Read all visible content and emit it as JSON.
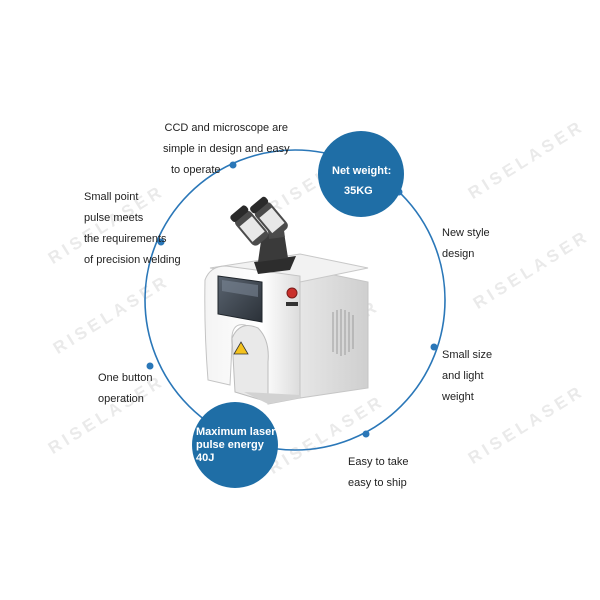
{
  "features": {
    "ccd": [
      "CCD and microscope are",
      "simple in design and easy",
      "to operate"
    ],
    "small_point": [
      "Small point",
      "pulse meets",
      "the requirements",
      "of precision welding"
    ],
    "one_button": [
      "One button",
      "operation"
    ],
    "new_style": [
      "New style",
      "design"
    ],
    "small_size": [
      "Small size",
      "and light",
      "weight"
    ],
    "easy_take": [
      "Easy to take",
      "easy to ship"
    ]
  },
  "bubbles": {
    "net_weight": [
      "Net weight:",
      "35KG"
    ],
    "max_energy": [
      "Maximum laser",
      "pulse energy",
      "40J"
    ]
  },
  "watermark": "RISELASER",
  "colors": {
    "accent": "#1f6ea6",
    "circle": "#2a77b8"
  },
  "icons": {
    "machine": "laser-welding-machine",
    "warning": "laser-warning-icon"
  }
}
